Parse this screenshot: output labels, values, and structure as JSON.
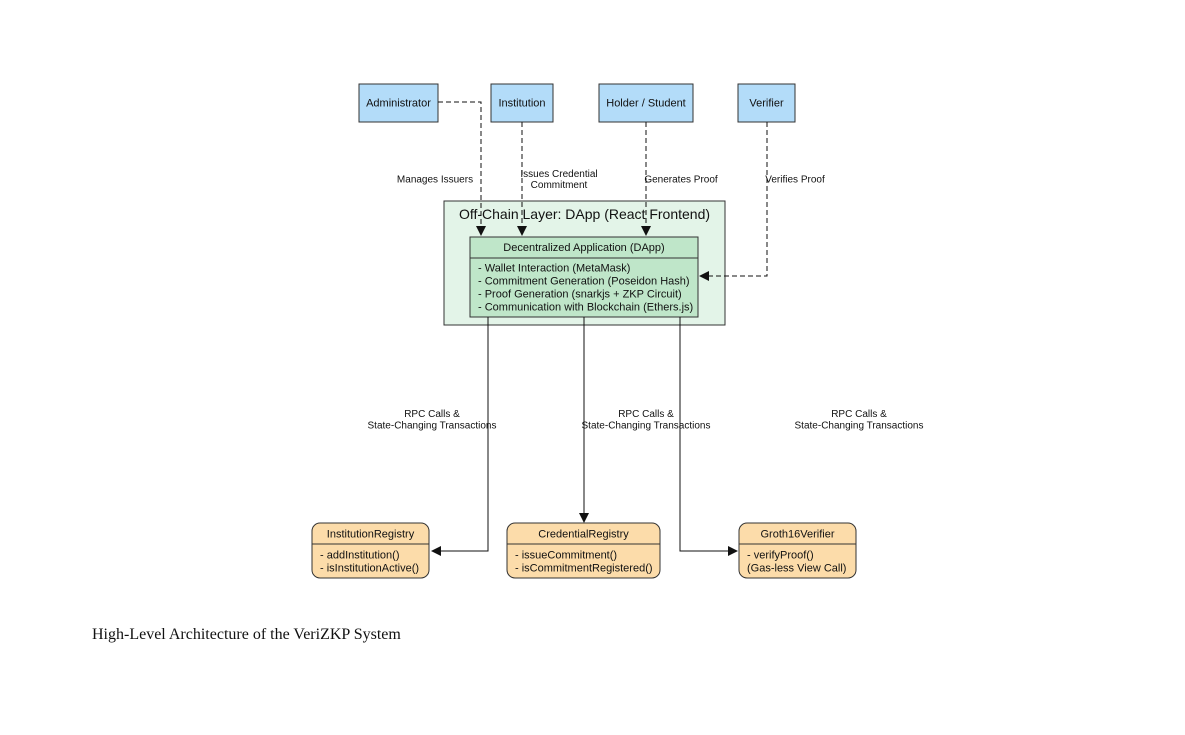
{
  "actors": {
    "administrator": "Administrator",
    "institution": "Institution",
    "holder": "Holder / Student",
    "verifier": "Verifier"
  },
  "edge_labels": {
    "manages": "Manages Issuers",
    "issues_line1": "Issues Credential",
    "issues_line2": "Commitment",
    "generates": "Generates Proof",
    "verifies": "Verifies Proof",
    "rpc_line1": "RPC Calls &",
    "rpc_line2": "State-Changing Transactions"
  },
  "offchain": {
    "title": "Off-Chain Layer: DApp (React Frontend)",
    "dapp_title": "Decentralized Application (DApp)",
    "items": [
      "- Wallet Interaction (MetaMask)",
      "- Commitment Generation (Poseidon Hash)",
      "- Proof Generation (snarkjs + ZKP Circuit)",
      "- Communication with Blockchain (Ethers.js)"
    ]
  },
  "contracts": {
    "institution_registry": {
      "title": "InstitutionRegistry",
      "methods": [
        "- addInstitution()",
        "- isInstitutionActive()"
      ]
    },
    "credential_registry": {
      "title": "CredentialRegistry",
      "methods": [
        "- issueCommitment()",
        "- isCommitmentRegistered()"
      ]
    },
    "groth16_verifier": {
      "title": "Groth16Verifier",
      "methods": [
        "- verifyProof()",
        "(Gas-less View Call)"
      ]
    }
  },
  "colors": {
    "actor_fill": "#b3dcf9",
    "offchain_fill": "#e3f4e8",
    "dapp_fill": "#bfe6c9",
    "contract_fill": "#fcdcaa"
  },
  "caption": "High-Level Architecture of the VeriZKP System"
}
